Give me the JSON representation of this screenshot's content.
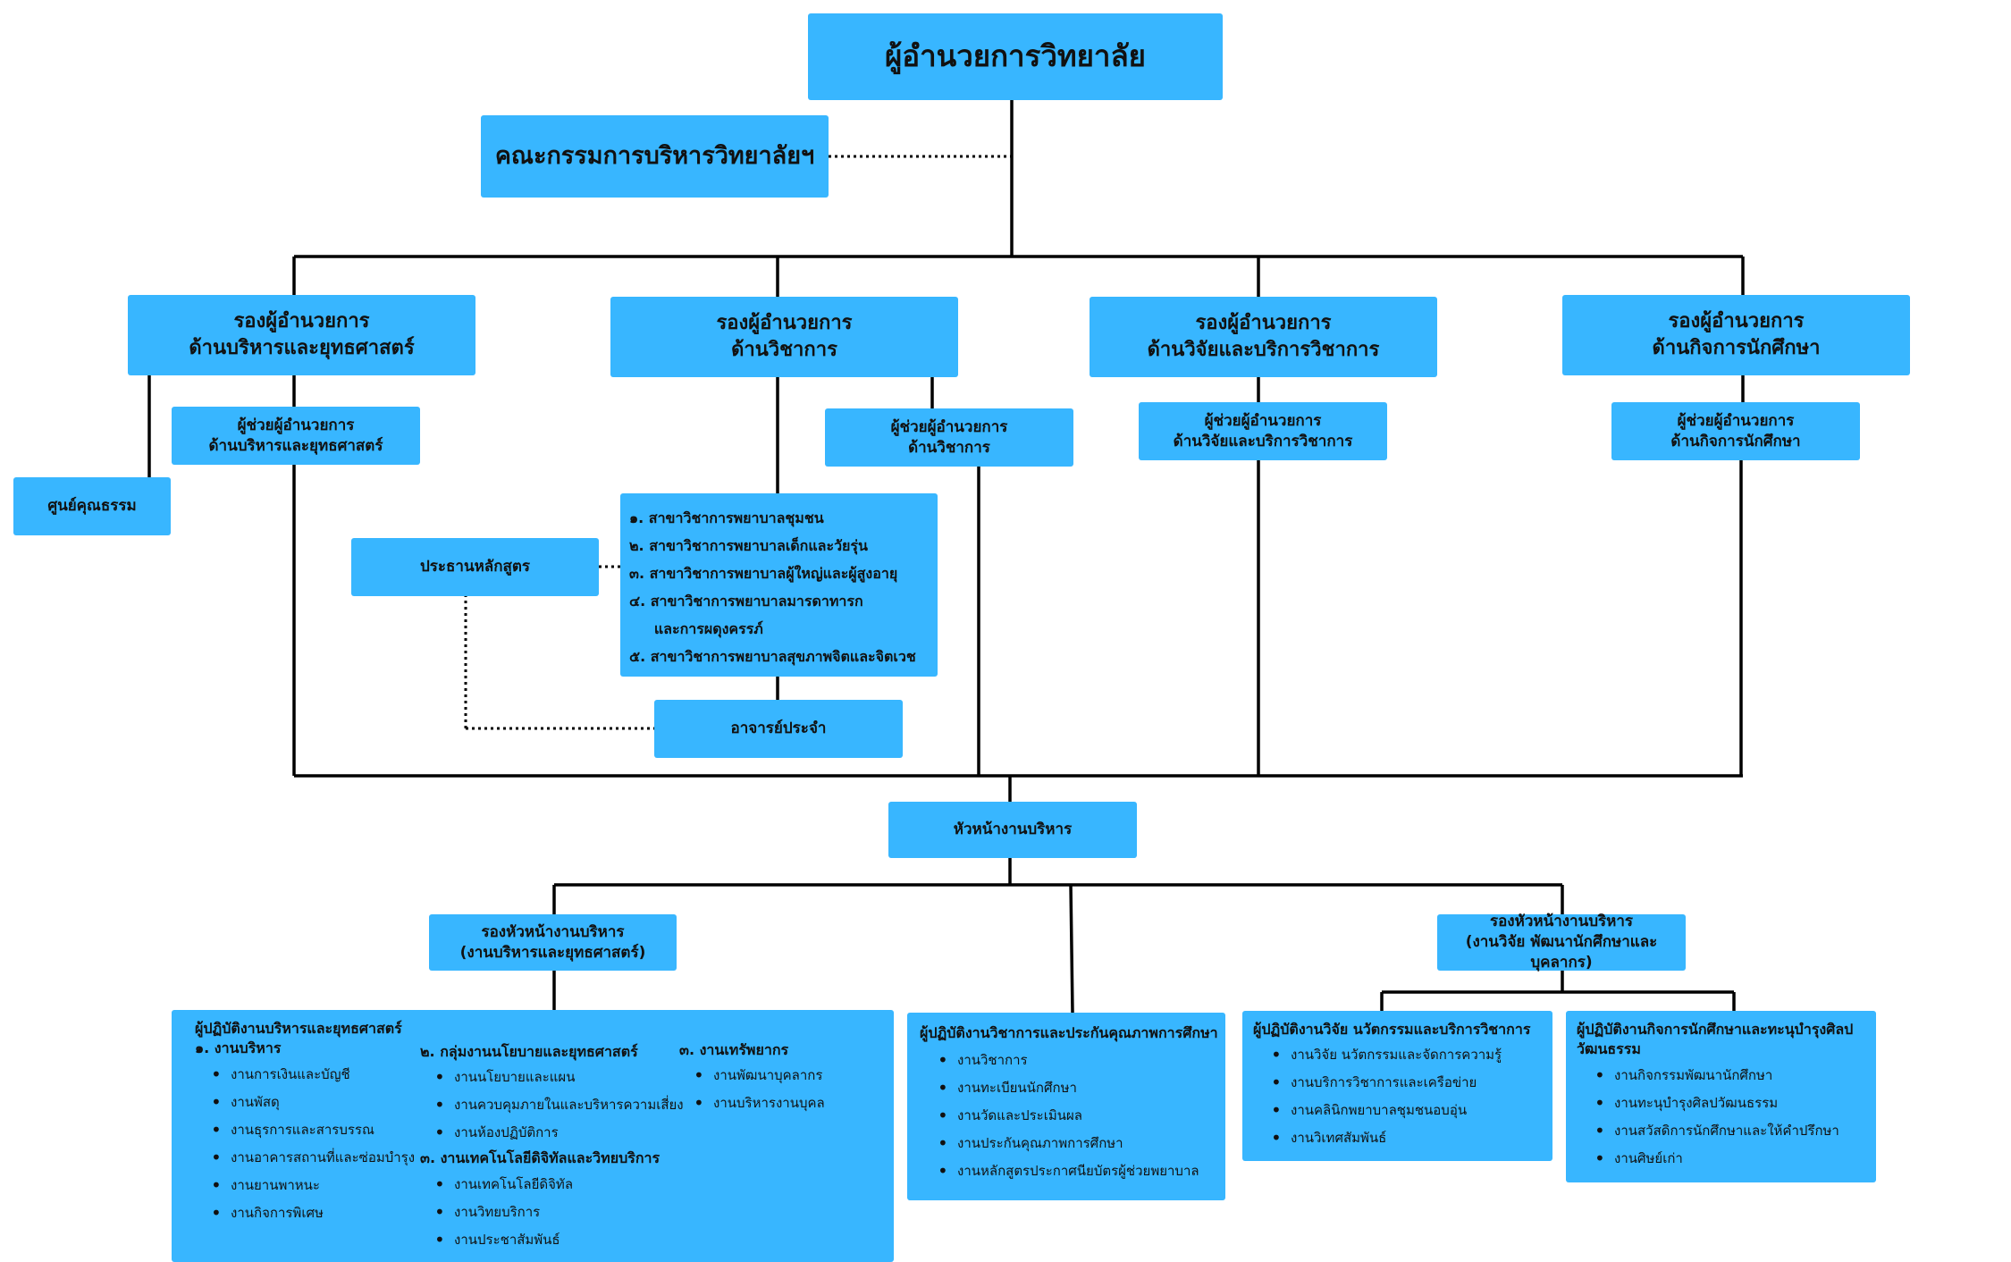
{
  "colors": {
    "box": "#38b6ff",
    "line": "#000000"
  },
  "director": "ผู้อำนวยการวิทยาลัย",
  "committee": "คณะกรรมการบริหารวิทยาลัยฯ",
  "deputies": [
    {
      "line1": "รองผู้อำนวยการ",
      "line2": "ด้านบริหารและยุทธศาสตร์"
    },
    {
      "line1": "รองผู้อำนวยการ",
      "line2": "ด้านวิชาการ"
    },
    {
      "line1": "รองผู้อำนวยการ",
      "line2": "ด้านวิจัยและบริการวิชาการ"
    },
    {
      "line1": "รองผู้อำนวยการ",
      "line2": "ด้านกิจการนักศึกษา"
    }
  ],
  "assistants": [
    {
      "line1": "ผู้ช่วยผู้อำนวยการ",
      "line2": "ด้านบริหารและยุทธศาสตร์"
    },
    {
      "line1": "ผู้ช่วยผู้อำนวยการ",
      "line2": "ด้านวิชาการ"
    },
    {
      "line1": "ผู้ช่วยผู้อำนวยการ",
      "line2": "ด้านวิจัยและบริการวิชาการ"
    },
    {
      "line1": "ผู้ช่วยผู้อำนวยการ",
      "line2": "ด้านกิจการนักศึกษา"
    }
  ],
  "ethics_center": "ศูนย์คุณธรรม",
  "program_chair": "ประธานหลักสูตร",
  "departments": [
    "๑. สาขาวิชาการพยาบาลชุมชน",
    "๒. สาขาวิชาการพยาบาลเด็กและวัยรุ่น",
    "๓. สาขาวิชาการพยาบาลผู้ใหญ่และผู้สูงอายุ",
    "๔. สาขาวิชาการพยาบาลมารดาทารก",
    "     และการผดุงครรภ์",
    "๕. สาขาวิชาการพยาบาลสุขภาพจิตและจิตเวช"
  ],
  "faculty": "อาจารย์ประจำ",
  "admin_head": "หัวหน้างานบริหาร",
  "admin_deputies": [
    {
      "line1": "รองหัวหน้างานบริหาร",
      "line2": "(งานบริหารและยุทธศาสตร์)"
    },
    {
      "line1": "รองหัวหน้างานบริหาร",
      "line2": "(งานวิจัย พัฒนานักศึกษาและบุคลากร)"
    }
  ],
  "panel_admin": {
    "title": "ผู้ปฏิบัติงานบริหารและยุทธศาสตร์",
    "g1_title": "๑. งานบริหาร",
    "g1_items": [
      "งานการเงินและบัญชี",
      "งานพัสดุ",
      "งานธุรการและสารบรรณ",
      "งานอาคารสถานที่และซ่อมบำรุง",
      "งานยานพาหนะ",
      "งานกิจการพิเศษ"
    ],
    "g2_title": "๒. กลุ่มงานนโยบายและยุทธศาสตร์",
    "g2_items": [
      "งานนโยบายและแผน",
      "งานควบคุมภายในและบริหารความเสี่ยง",
      "งานห้องปฏิบัติการ"
    ],
    "g3_title": "๓. งานเทคโนโลยีดิจิทัลและวิทยบริการ",
    "g3_items": [
      "งานเทคโนโลยีดิจิทัล",
      "งานวิทยบริการ",
      "งานประชาสัมพันธ์"
    ],
    "g4_title": "๓. งานเทรัพยากร",
    "g4_items": [
      "งานพัฒนาบุคลากร",
      "งานบริหารงานบุคล"
    ]
  },
  "panel_academic": {
    "title": "ผู้ปฏิบัติงานวิชาการและประกันคุณภาพการศึกษา",
    "items": [
      "งานวิชาการ",
      "งานทะเบียนนักศึกษา",
      "งานวัดและประเมินผล",
      "งานประกันคุณภาพการศึกษา",
      "งานหลักสูตรประกาศนียบัตรผู้ช่วยพยาบาล"
    ]
  },
  "panel_research": {
    "title": "ผู้ปฏิบัติงานวิจัย นวัตกรรมและบริการวิชาการ",
    "items": [
      "งานวิจัย นวัตกรรมและจัดการความรู้",
      "งานบริการวิชาการและเครือข่าย",
      "งานคลินิกพยาบาลชุมชนอบอุ่น",
      "งานวิเทศสัมพันธ์"
    ]
  },
  "panel_student": {
    "title1": "ผู้ปฏิบัติงานกิจการนักศึกษาและทะนุบำรุงศิลป",
    "title2": "วัฒนธรรม",
    "items": [
      "งานกิจกรรมพัฒนานักศึกษา",
      "งานทะนุบำรุงศิลปวัฒนธรรม",
      "งานสวัสดิการนักศึกษาและให้คำปรึกษา",
      "งานศิษย์เก่า"
    ]
  }
}
